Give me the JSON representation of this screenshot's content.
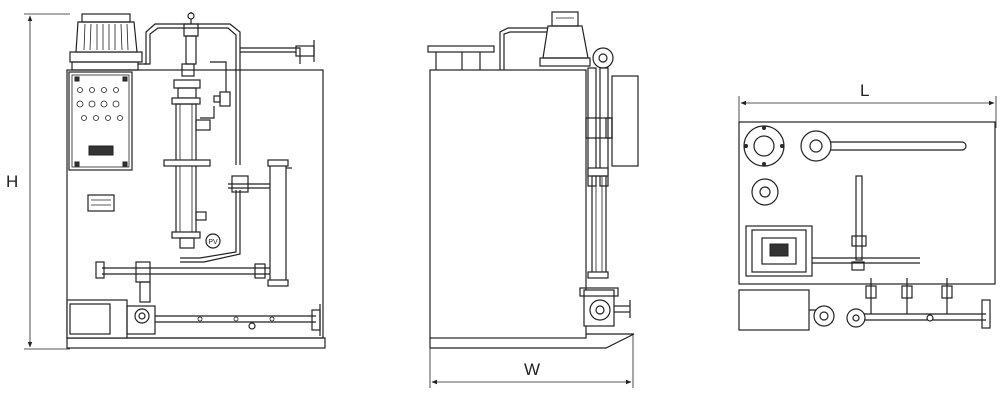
{
  "dimensions": {
    "height_label": "H",
    "width_label": "W",
    "length_label": "L"
  },
  "gauge_label": "PV"
}
